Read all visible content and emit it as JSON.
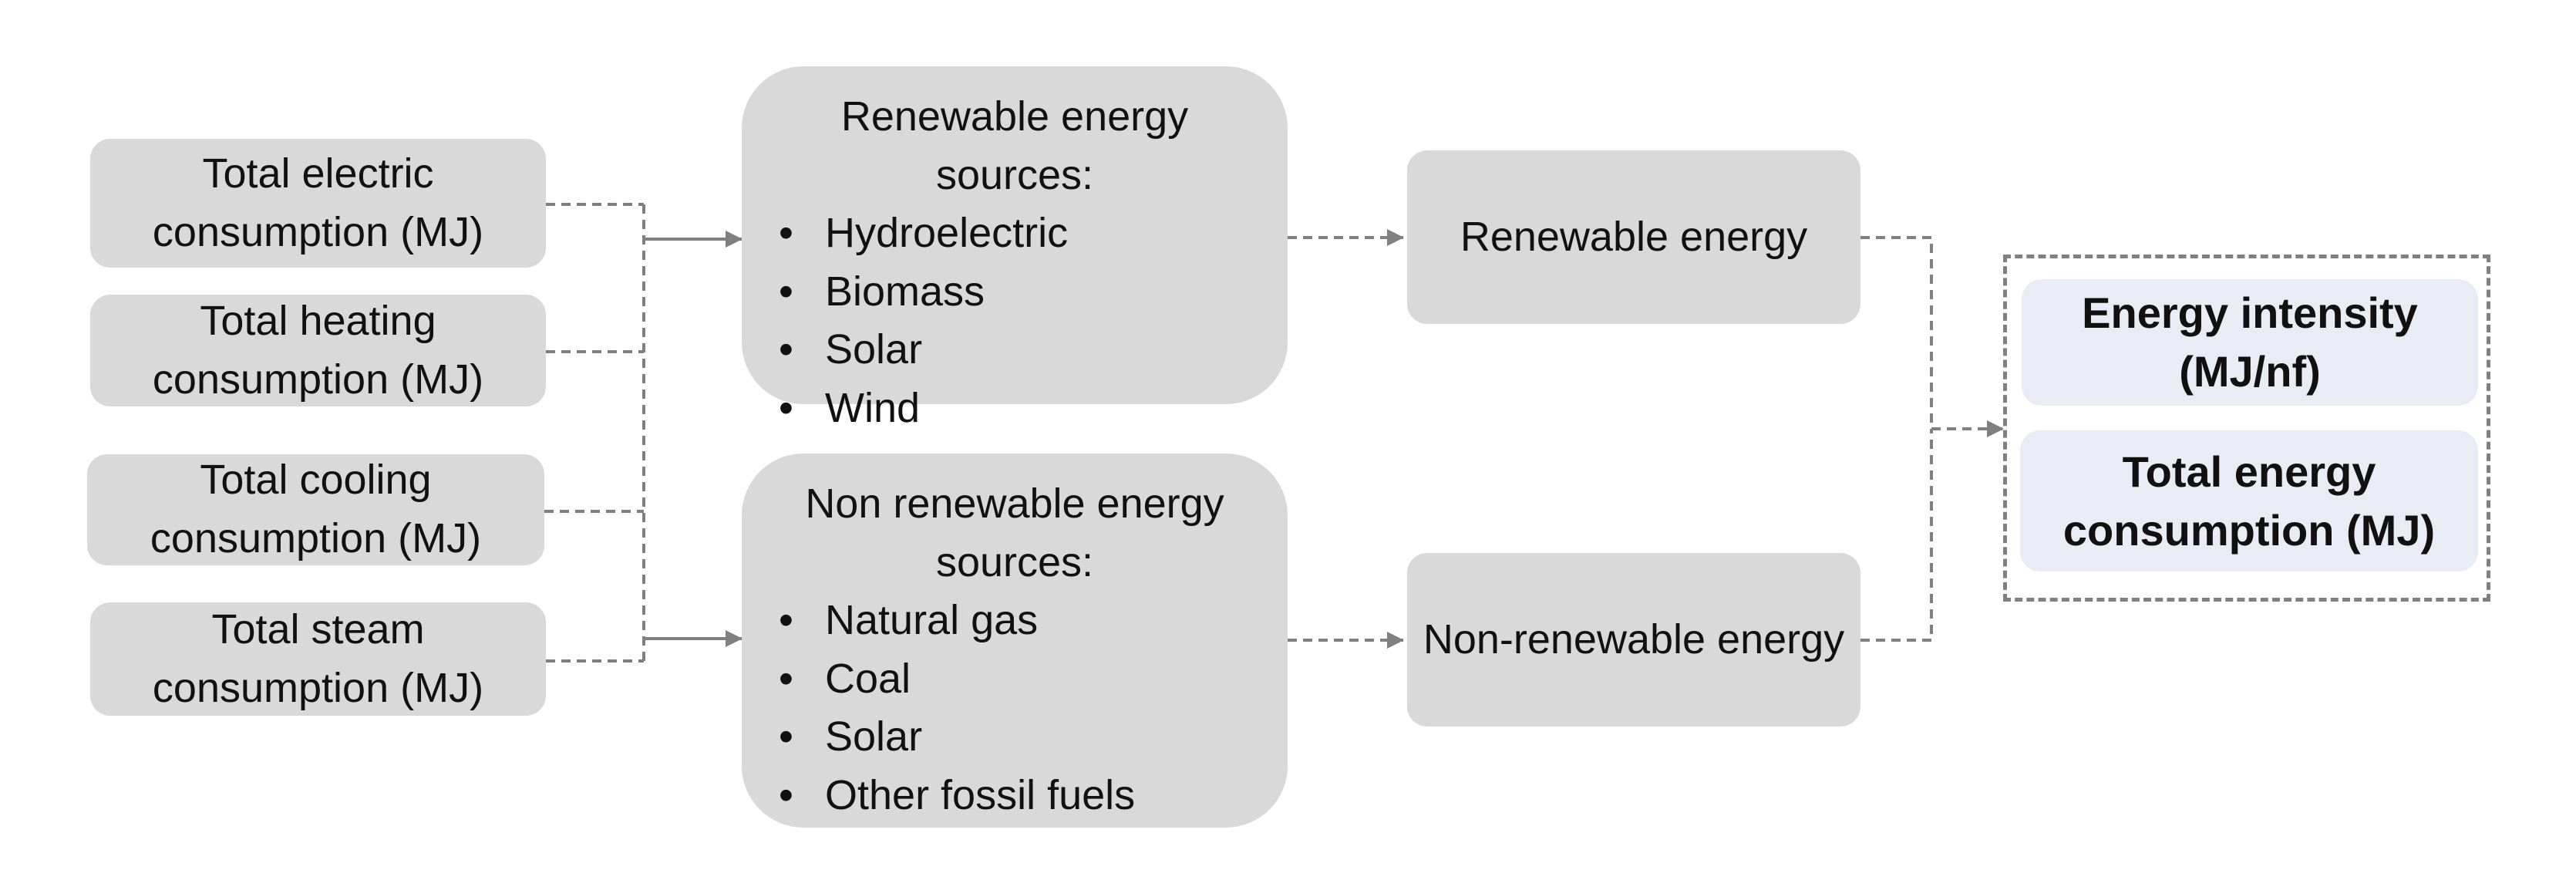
{
  "inputs": [
    {
      "line1": "Total electric",
      "line2": "consumption (MJ)"
    },
    {
      "line1": "Total heating",
      "line2": "consumption (MJ)"
    },
    {
      "line1": "Total cooling",
      "line2": "consumption (MJ)"
    },
    {
      "line1": "Total steam",
      "line2": "consumption (MJ)"
    }
  ],
  "renewable_sources": {
    "title_line1": "Renewable energy",
    "title_line2": "sources:",
    "items": [
      "Hydroelectric",
      "Biomass",
      "Solar",
      "Wind"
    ]
  },
  "nonrenewable_sources": {
    "title_line1": "Non renewable energy",
    "title_line2": "sources:",
    "items": [
      "Natural gas",
      "Coal",
      "Solar",
      "Other fossil fuels"
    ]
  },
  "renewable_energy": "Renewable energy",
  "nonrenewable_energy": "Non-renewable energy",
  "outputs": [
    {
      "line1": "Energy intensity",
      "line2": "(MJ/nf)"
    },
    {
      "line1": "Total energy",
      "line2": "consumption (MJ)"
    }
  ],
  "colors": {
    "box": "#d9d9d9",
    "output_box": "#e9ebf5",
    "connector": "#808080"
  }
}
